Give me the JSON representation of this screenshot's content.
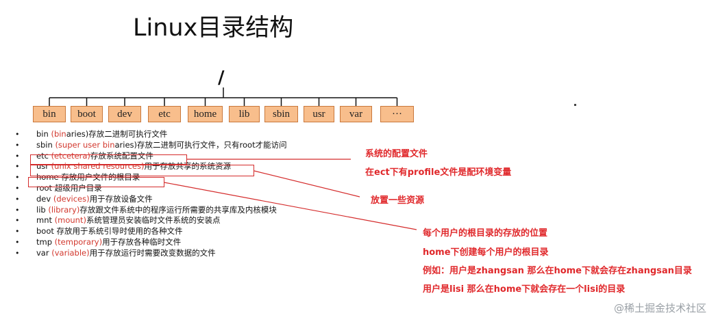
{
  "title": "Linux目录结构",
  "root": "/",
  "directories": [
    "bin",
    "boot",
    "dev",
    "etc",
    "home",
    "lib",
    "sbin",
    "usr",
    "var",
    "···"
  ],
  "items": [
    {
      "pre": "bin ",
      "paren": "(bin",
      "parenEnd": "aries)",
      "desc": "存放二进制可执行文件"
    },
    {
      "pre": "sbin ",
      "paren": "(super user bin",
      "parenEnd": "aries)",
      "desc": "存放二进制可执行文件，只有root才能访问"
    },
    {
      "pre": "etc ",
      "paren": "(etcetera)",
      "parenEnd": "",
      "desc": "存放系统配置文件"
    },
    {
      "pre": "usr ",
      "paren": "(unix shared resources)",
      "parenEnd": "",
      "desc": "用于存放共享的系统资源"
    },
    {
      "pre": "home ",
      "paren": "",
      "parenEnd": "",
      "desc": "存放用户文件的根目录"
    },
    {
      "pre": "root ",
      "paren": "",
      "parenEnd": "",
      "desc": "超级用户目录"
    },
    {
      "pre": "dev ",
      "paren": "(devices)",
      "parenEnd": "",
      "desc": "用于存放设备文件"
    },
    {
      "pre": "lib ",
      "paren": "(library)",
      "parenEnd": "",
      "desc": "存放跟文件系统中的程序运行所需要的共享库及内核模块"
    },
    {
      "pre": "mnt ",
      "paren": "(mount)",
      "parenEnd": "",
      "desc": "系统管理员安装临时文件系统的安装点"
    },
    {
      "pre": "boot ",
      "paren": "",
      "parenEnd": "",
      "desc": "存放用于系统引导时使用的各种文件"
    },
    {
      "pre": "tmp ",
      "paren": "(temporary)",
      "parenEnd": "",
      "desc": "用于存放各种临时文件"
    },
    {
      "pre": "var ",
      "paren": "(variable)",
      "parenEnd": "",
      "desc": "用于存放运行时需要改变数据的文件"
    }
  ],
  "bullet": "•",
  "notes": {
    "etc_1": "系统的配置文件",
    "etc_2": "在ect下有profile文件是配环境变量",
    "usr": "放置一些资源",
    "home_1": "每个用户的根目录的存放的位置",
    "home_2": "home下创建每个用户的根目录",
    "home_3": "例如：用户是zhangsan 那么在home下就会存在zhangsan目录",
    "home_4": "用户是lisi 那么在home下就会存在一个lisi的目录"
  },
  "watermark": "@稀土掘金技术社区",
  "colors": {
    "box_fill": "#f8be8c",
    "box_border": "#c9773a",
    "annotation": "#e0282b",
    "highlight_border": "#d42a2a"
  }
}
